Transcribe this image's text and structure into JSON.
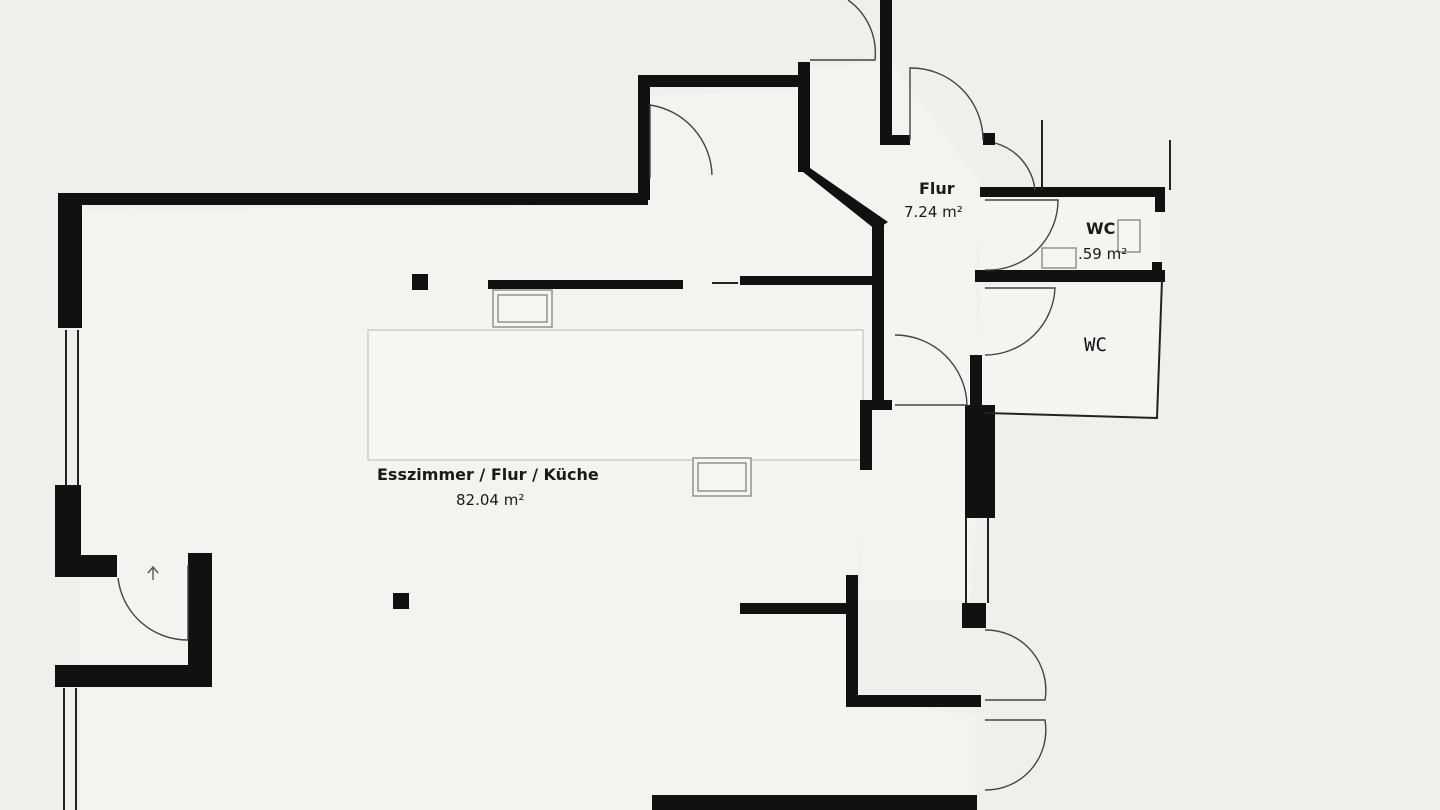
{
  "rooms": {
    "main": {
      "name": "Esszimmer / Flur / Küche",
      "area": "82.04 m²"
    },
    "flur": {
      "name": "Flur",
      "area": "7.24 m²"
    },
    "wc_small": {
      "name": "WC",
      "area": ".59 m²"
    }
  },
  "annotations": {
    "wc_handwritten": "WC"
  },
  "colors": {
    "wall": "#111111",
    "paper": "#efefec",
    "room_fill": "#f3f3f0",
    "counter_fill": "#f6f6f3"
  },
  "icons": {
    "entry_arrow": "up-arrow-icon"
  }
}
